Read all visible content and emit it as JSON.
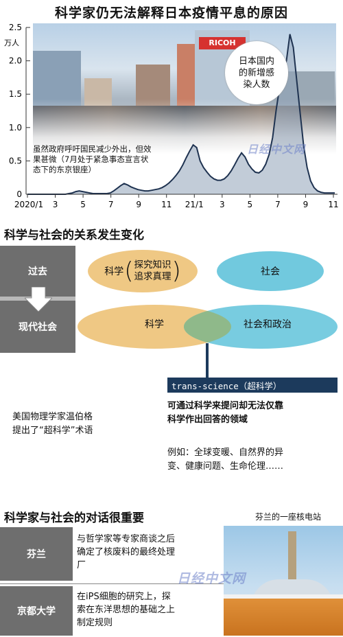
{
  "chart": {
    "title": "科学家仍无法解释日本疫情平息的原因",
    "y_unit": "万人",
    "y_ticks": [
      "2.5",
      "2.0",
      "1.5",
      "1.0",
      "0.5",
      "0"
    ],
    "x_ticks": [
      "2020/1",
      "3",
      "5",
      "7",
      "9",
      "11",
      "21/1",
      "3",
      "5",
      "7",
      "9",
      "11"
    ],
    "bubble": "日本国内\n的新增感\n染人数",
    "photo_caption": "虽然政府呼吁国民减少外出，但效\n果甚微（7月处于紧急事态宣言状\n态下的东京银座）",
    "sign_text": "RICOH",
    "watermark": "日经中文网",
    "colors": {
      "line": "#1e3250",
      "area": "#8fa3b8"
    }
  },
  "chart_data": {
    "type": "area",
    "title": "",
    "xlabel": "",
    "ylabel": "万人",
    "ylim": [
      0,
      2.5
    ],
    "x_ticks": [
      "2020/1",
      "3",
      "5",
      "7",
      "9",
      "11",
      "21/1",
      "3",
      "5",
      "7",
      "9",
      "11"
    ],
    "series": [
      {
        "values": [
          0,
          0,
          0,
          0,
          0,
          0,
          0,
          0,
          0,
          0,
          0,
          0,
          0.01,
          0.02,
          0.04,
          0.05,
          0.04,
          0.03,
          0.02,
          0.01,
          0.01,
          0.01,
          0.01,
          0.01,
          0.02,
          0.05,
          0.09,
          0.13,
          0.16,
          0.14,
          0.11,
          0.09,
          0.07,
          0.06,
          0.05,
          0.05,
          0.06,
          0.07,
          0.08,
          0.1,
          0.13,
          0.17,
          0.22,
          0.28,
          0.35,
          0.44,
          0.55,
          0.65,
          0.74,
          0.7,
          0.5,
          0.4,
          0.33,
          0.27,
          0.23,
          0.21,
          0.21,
          0.23,
          0.28,
          0.35,
          0.44,
          0.54,
          0.62,
          0.56,
          0.45,
          0.38,
          0.33,
          0.32,
          0.36,
          0.45,
          0.6,
          0.85,
          1.25,
          1.6,
          1.82,
          2.0,
          2.4,
          2.2,
          1.7,
          1.2,
          0.72,
          0.4,
          0.2,
          0.1,
          0.05,
          0.03,
          0.02,
          0.02,
          0.02,
          0.02
        ]
      }
    ]
  },
  "section2": {
    "title": "科学与社会的关系发生变化",
    "past_label": "过去",
    "modern_label": "现代社会",
    "past_science": "科学",
    "past_science_detail": "探究知识\n追求真理",
    "past_society": "社会",
    "modern_science": "科学",
    "modern_society": "社会和政治",
    "trans_label": "trans-science（超科学）",
    "trans_desc": "可通过科学来提问却无法仅靠\n科学作出回答的领域",
    "trans_examples": "例如：全球变暖、自然界的异\n变、健康问题、生命伦理……",
    "weinberg_note": "美国物理学家温伯格\n提出了“超科学”术语",
    "colors": {
      "science": "#efc884",
      "society": "#71c9de",
      "band": "#b8b8b8",
      "label": "#6e6e6e"
    }
  },
  "section3": {
    "title": "科学家与社会的对话很重要",
    "rows": [
      {
        "label": "芬兰",
        "text": "与哲学家等专家商谈之后\n确定了核废料的最终处理\n厂"
      },
      {
        "label": "京都大学",
        "text": "在iPS细胞的研究上，探\n索在东洋思想的基础之上\n制定规则"
      }
    ],
    "plant_caption": "芬兰的一座核电站",
    "watermark": "日经中文网"
  }
}
